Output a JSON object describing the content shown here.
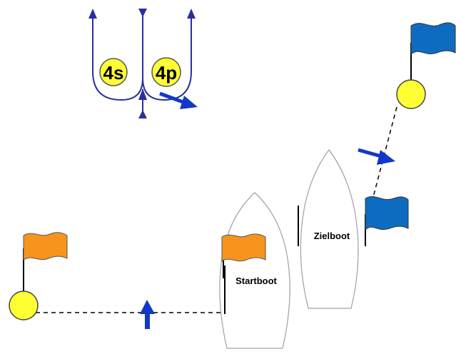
{
  "legend": {
    "starboard_label": "4s",
    "port_label": "4p"
  },
  "boats": {
    "start_boat_label": "Startboot",
    "finish_boat_label": "Zielboot"
  },
  "colors": {
    "course_line": "#2a2f9e",
    "arrow": "#1238c8",
    "buoy": "#ffff33",
    "start_flag": "#f7941d",
    "finish_flag": "#0d6cc0",
    "boat_outline": "#a0a0a0",
    "dashed_line": "#000000"
  },
  "icons": {
    "buoy": "yellow-circle-buoy",
    "start_flag": "orange-flag",
    "finish_flag": "blue-flag",
    "direction_arrow": "blue-arrow"
  }
}
